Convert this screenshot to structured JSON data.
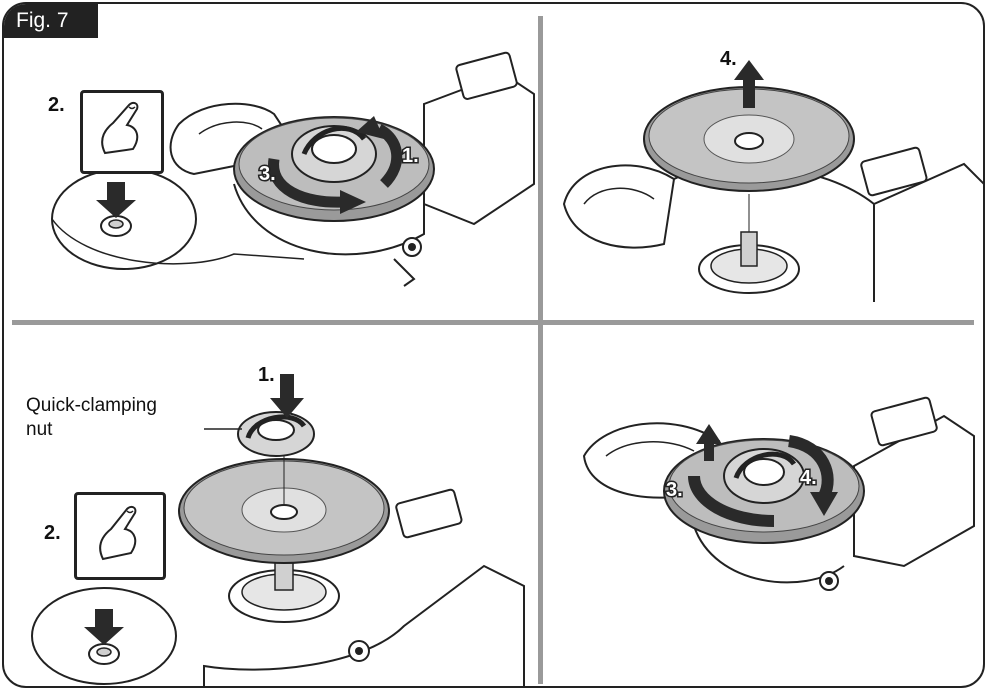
{
  "figure": {
    "label": "Fig. 7"
  },
  "panels": [
    {
      "id": "top-left",
      "steps": [
        "1.",
        "2.",
        "3."
      ]
    },
    {
      "id": "top-right",
      "steps": [
        "4."
      ]
    },
    {
      "id": "bottom-left",
      "steps": [
        "1.",
        "2."
      ],
      "callout": {
        "line1": "Quick-clamping",
        "line2": "nut"
      }
    },
    {
      "id": "bottom-right",
      "steps": [
        "3.",
        "4."
      ]
    }
  ],
  "colors": {
    "outline": "#222222",
    "divider": "#9a9a9a",
    "disc_grey": "#8a8a8a",
    "arrow": "#2a2a2a"
  },
  "icons": [
    "finger-press-icon",
    "spindle-lock-button-icon",
    "rotation-arrow-icon",
    "lift-arrow-icon",
    "push-arrow-icon"
  ]
}
